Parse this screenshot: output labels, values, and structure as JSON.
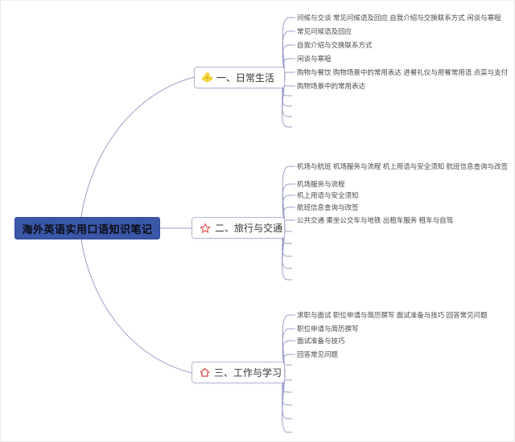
{
  "root": {
    "title": "海外英语实用口语知识笔记"
  },
  "branches": [
    {
      "label": "一、日常生活",
      "icon": "flower-icon",
      "items": [
        "问候与交谈 常见问候语及回应 自我介绍与交换联系方式 闲谈与寒暄",
        "常见问候语及回应",
        "自我介绍与交换联系方式",
        "闲谈与寒暄",
        "购物与餐饮 购物场景中的常用表达 进餐礼仪与用餐常用语 点菜与支付",
        "购物场景中的常用表达"
      ],
      "untitled_item_stubs": 4
    },
    {
      "label": "二、旅行与交通",
      "icon": "star-icon",
      "items": [
        "机场与航班 机场服务与流程 机上用语与安全须知 航班信息查询与改签",
        "机场服务与流程",
        "机上用语与安全须知",
        "航班信息查询与改签",
        "公共交通 乘坐公交车与地铁 出租车服务 租车与自驾"
      ],
      "untitled_item_stubs": 5
    },
    {
      "label": "三、工作与学习",
      "icon": "home-icon",
      "items": [
        "求职与面试 职位申请与简历撰写 面试准备与技巧 回答常见问题",
        "职位申请与简历撰写",
        "面试准备与技巧",
        "回答常见问题"
      ],
      "untitled_item_stubs": 6
    }
  ],
  "colors": {
    "root_bg": "#3a57a8",
    "root_text": "#0c0c16",
    "node_border": "#b3b6d9",
    "connector": "#9b9fc9",
    "item_text": "#4a4a4a",
    "star_icon": "#e8564a",
    "home_icon": "#d9534f",
    "flower_icon": "#f2d23e"
  }
}
